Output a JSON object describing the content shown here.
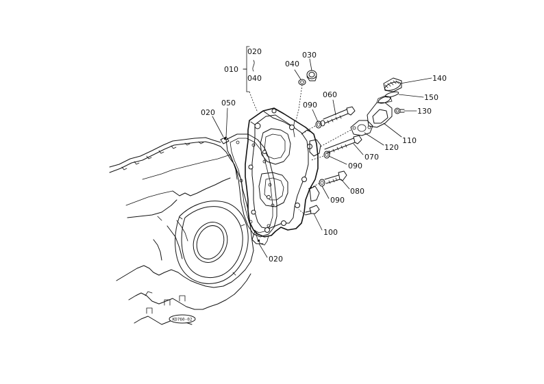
{
  "diagram": {
    "ref_code": "KD760-02",
    "parts": [
      {
        "id": "p010",
        "label": "010"
      },
      {
        "id": "p020_top",
        "label": "020"
      },
      {
        "id": "p040_group",
        "label": "040"
      },
      {
        "id": "p030",
        "label": "030"
      },
      {
        "id": "p040",
        "label": "040"
      },
      {
        "id": "p020_left",
        "label": "020"
      },
      {
        "id": "p050",
        "label": "050"
      },
      {
        "id": "p060",
        "label": "060"
      },
      {
        "id": "p090_a",
        "label": "090"
      },
      {
        "id": "p140",
        "label": "140"
      },
      {
        "id": "p150",
        "label": "150"
      },
      {
        "id": "p130",
        "label": "130"
      },
      {
        "id": "p110",
        "label": "110"
      },
      {
        "id": "p120",
        "label": "120"
      },
      {
        "id": "p070",
        "label": "070"
      },
      {
        "id": "p090_b",
        "label": "090"
      },
      {
        "id": "p080",
        "label": "080"
      },
      {
        "id": "p090_c",
        "label": "090"
      },
      {
        "id": "p100",
        "label": "100"
      },
      {
        "id": "p020_bottom",
        "label": "020"
      }
    ]
  }
}
